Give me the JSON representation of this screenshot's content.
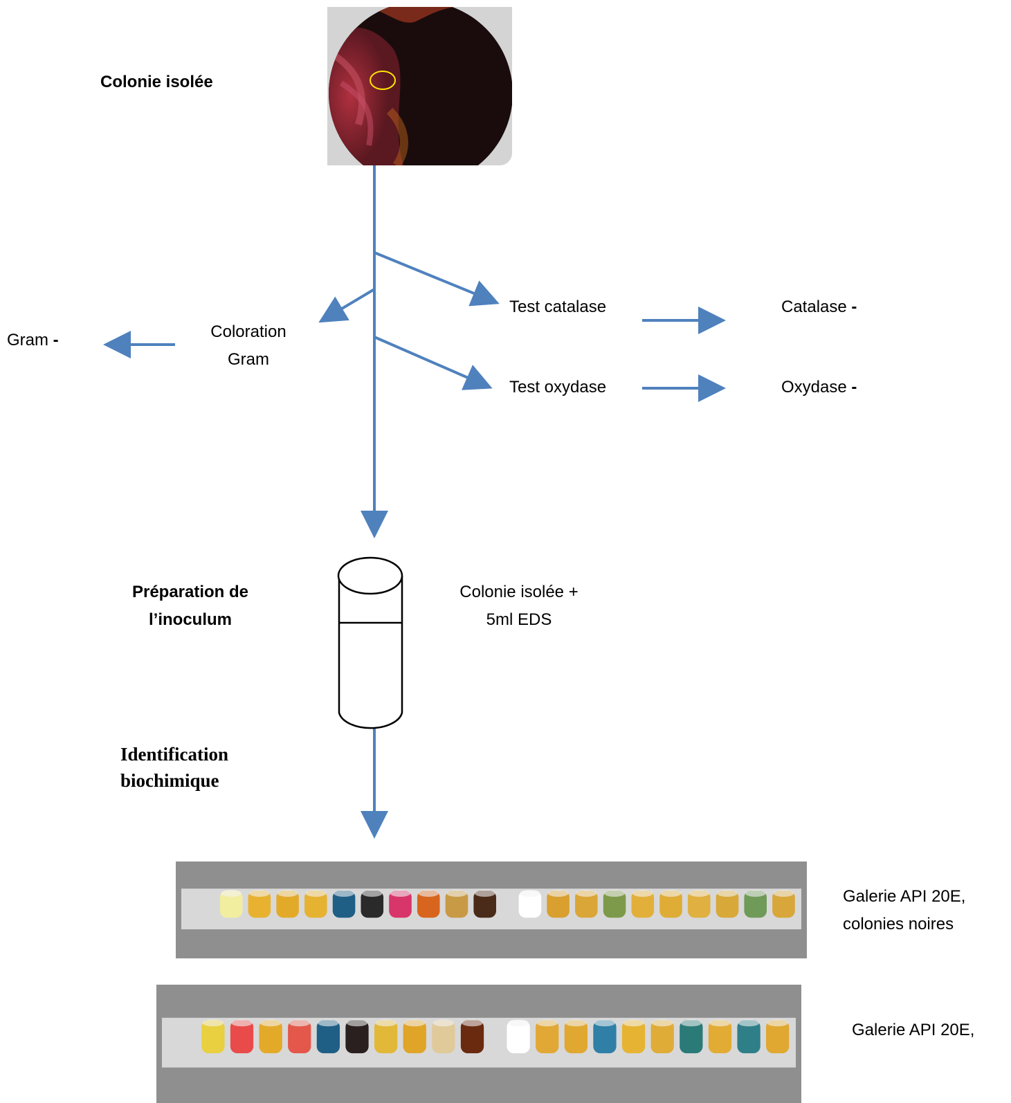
{
  "colors": {
    "arrow": "#4f81bd",
    "highlight_circle": "#ffe600",
    "petri_dark": "#1a0c0c",
    "petri_red": "#8b2430",
    "strip_background": "#8f8f8f",
    "strip_base": "#d8d8d8"
  },
  "labels": {
    "colonie_isolee_title": "Colonie isolée",
    "coloration_gram_line1": "Coloration",
    "coloration_gram_line2": "Gram",
    "gram_result": "Gram ",
    "gram_sign": "-",
    "test_catalase": "Test catalase",
    "catalase_result": "Catalase ",
    "catalase_sign": "-",
    "test_oxydase": "Test oxydase",
    "oxydase_result": "Oxydase ",
    "oxydase_sign": "-",
    "preparation_line1": "Préparation de",
    "preparation_line2": "l’inoculum",
    "inoculum_line1": "Colonie isolée +",
    "inoculum_line2": "5ml EDS",
    "identification_line1": "Identification",
    "identification_line2": "biochimique",
    "galerie1_line1": "Galerie API 20E,",
    "galerie1_line2": "colonies noires",
    "galerie2_line1": "Galerie API 20E,"
  },
  "icons": {
    "petri_dish_photo": "petri-dish-photo-icon",
    "test_tube": "test-tube-icon",
    "api_strip_photo": "api-20e-strip-photo-icon"
  },
  "strip1_cupules": [
    "#f2eea0",
    "#e8b230",
    "#e3aa2a",
    "#e6b232",
    "#1f5f86",
    "#2a2a2a",
    "#d8356a",
    "#d8651d",
    "#c89a45",
    "#4a2a18",
    "#ffffff",
    "#d9a030",
    "#dba638",
    "#7d9a4a",
    "#e2b03a",
    "#dfac36",
    "#e0b040",
    "#d8a838",
    "#6f9a58",
    "#d8a63a"
  ],
  "strip2_cupules": [
    "#e8d040",
    "#e84b4a",
    "#e3aa2a",
    "#e3584a",
    "#1f5f86",
    "#2a2020",
    "#e2b838",
    "#e0a428",
    "#e0ca9a",
    "#6a2a10",
    "#ffffff",
    "#e2a835",
    "#e0a830",
    "#2f7fa6",
    "#e6b432",
    "#e0ac38",
    "#2a7a78",
    "#e2ac34",
    "#2f7f88",
    "#e0a830"
  ]
}
